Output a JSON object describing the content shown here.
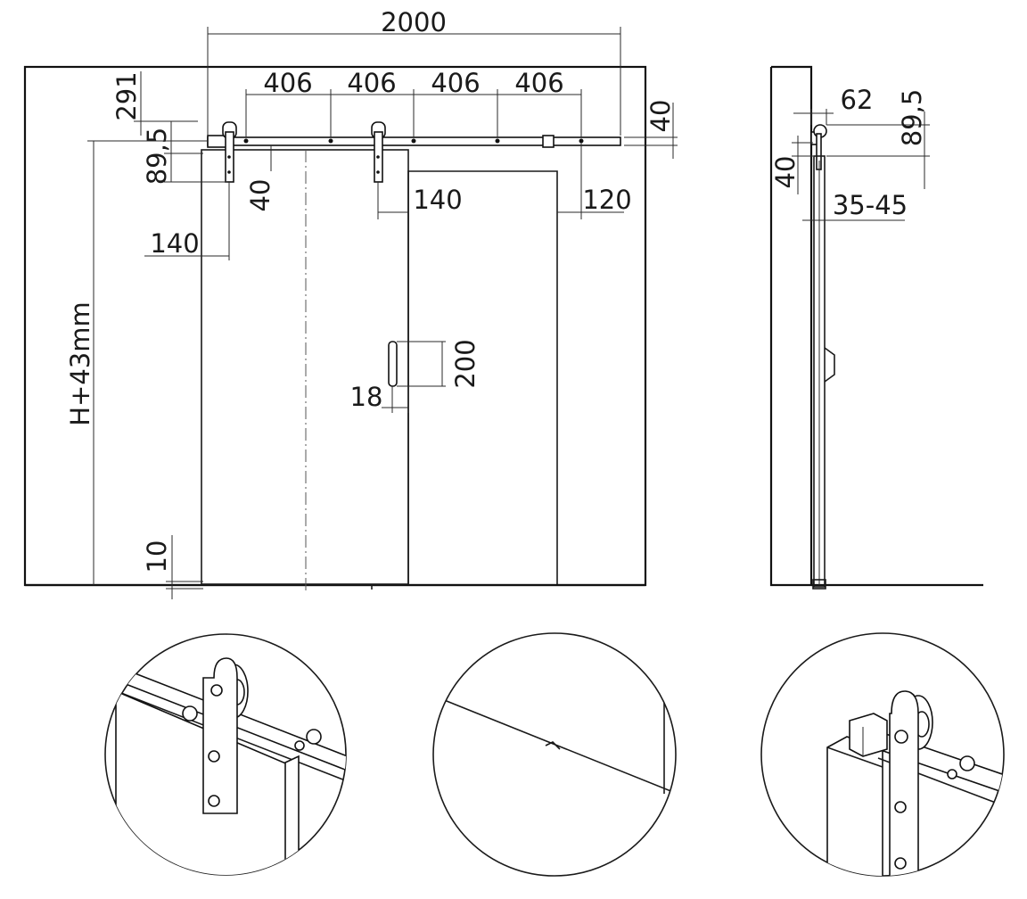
{
  "front": {
    "overall_width": "2000",
    "rail_spacing": [
      "406",
      "406",
      "406",
      "406"
    ],
    "top_offset": "291",
    "rail_height": "40",
    "hanger_height": "89,5",
    "hanger_to_door_top": "40",
    "hanger_inset_center": "140",
    "hanger_inset_left": "140",
    "opening_overlap": "120",
    "total_height": "H+43mm",
    "floor_gap": "10",
    "handle_length": "200",
    "handle_offset": "18"
  },
  "side": {
    "rail_depth": "62",
    "hanger_height": "89,5",
    "rail_height": "40",
    "door_thickness": "35-45"
  },
  "details": [
    {
      "name": "hanger-detail"
    },
    {
      "name": "floor-guide-detail"
    },
    {
      "name": "rail-stop-detail"
    }
  ]
}
